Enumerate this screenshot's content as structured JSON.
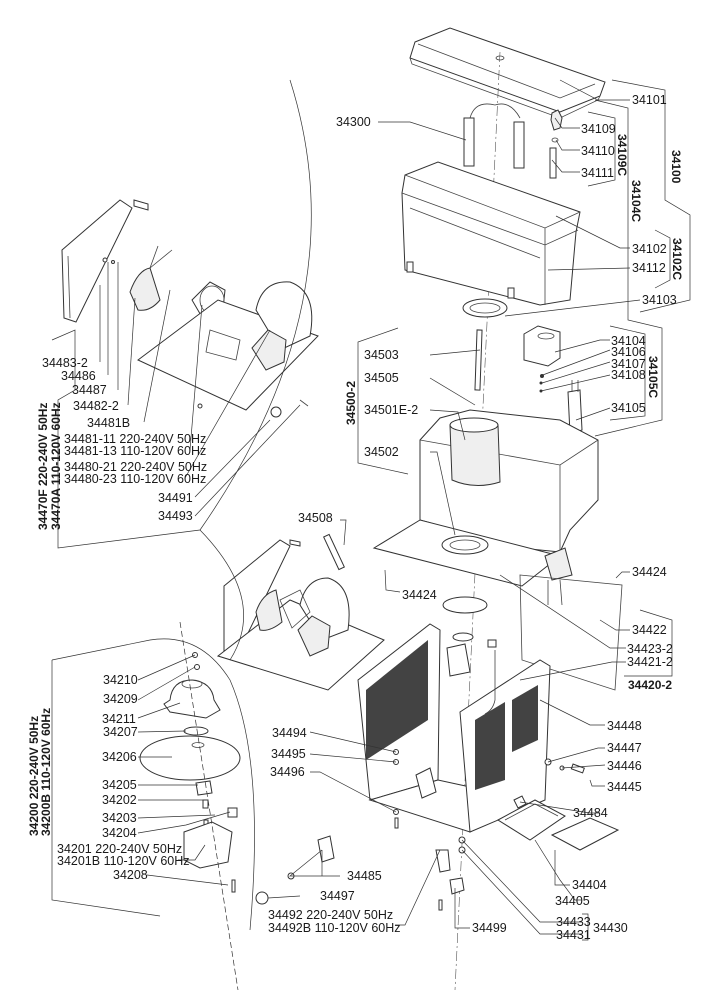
{
  "diagram": {
    "title": "Exploded parts view",
    "labels": {
      "34101": "34101",
      "34300": "34300",
      "34109": "34109",
      "34110": "34110",
      "34111": "34111",
      "34102": "34102",
      "34112": "34112",
      "34103": "34103",
      "34104": "34104",
      "34106": "34106",
      "34107": "34107",
      "34108": "34108",
      "34105": "34105",
      "34503": "34503",
      "34505": "34505",
      "34501E-2": "34501E-2",
      "34502": "34502",
      "34508": "34508",
      "34424a": "34424",
      "34424b": "34424",
      "34422": "34422",
      "34423-2": "34423-2",
      "34421-2": "34421-2",
      "34448": "34448",
      "34447": "34447",
      "34446": "34446",
      "34445": "34445",
      "34484": "34484",
      "34404": "34404",
      "34405": "34405",
      "34433": "34433",
      "34431": "34431",
      "34499": "34499",
      "34494": "34494",
      "34495": "34495",
      "34496": "34496",
      "34485": "34485",
      "34497": "34497",
      "34492_1": "34492 220-240V 50Hz",
      "34492_2": "34492B 110-120V 60Hz",
      "34483-2": "34483-2",
      "34486": "34486",
      "34487": "34487",
      "34482-2": "34482-2",
      "34481B": "34481B",
      "34481_1": "34481-11 220-240V 50Hz",
      "34481_2": "34481-13 110-120V 60Hz",
      "34480_1": "34480-21 220-240V 50Hz",
      "34480_2": "34480-23 110-120V 60Hz",
      "34491": "34491",
      "34493": "34493",
      "34210": "34210",
      "34209": "34209",
      "34211": "34211",
      "34207": "34207",
      "34206": "34206",
      "34205": "34205",
      "34202": "34202",
      "34203": "34203",
      "34204": "34204",
      "34201_1": "34201 220-240V 50Hz",
      "34201_2": "34201B 110-120V 60Hz",
      "34208": "34208"
    },
    "groups": {
      "34100": "34100",
      "34109C": "34109C",
      "34104C": "34104C",
      "34102C": "34102C",
      "34105C": "34105C",
      "34500-2": "34500-2",
      "34420-2": "34420-2",
      "34430": "34430",
      "34470_1": "34470F 220-240V 50Hz",
      "34470_2": "34470A 110-120V 60Hz",
      "34200_1": "34200 220-240V 50Hz",
      "34200_2": "34200B 110-120V 60Hz"
    }
  }
}
